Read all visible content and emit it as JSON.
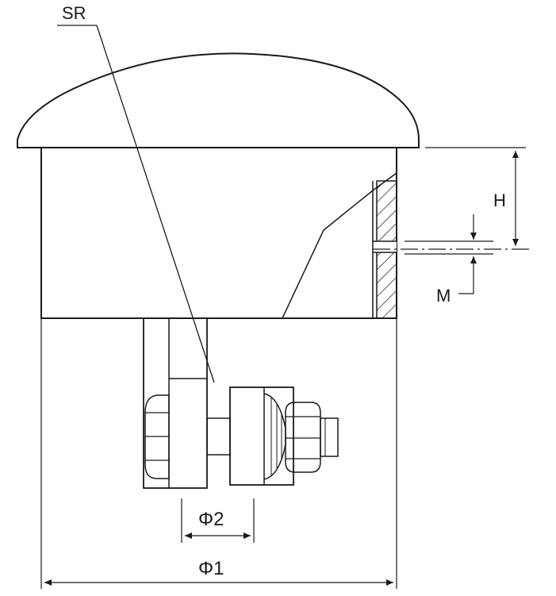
{
  "labels": {
    "sr": "SR",
    "h": "H",
    "m": "M",
    "phi2": "Φ2",
    "phi1": "Φ1"
  },
  "colors": {
    "line": "#1a1a1a",
    "background": "#ffffff"
  }
}
